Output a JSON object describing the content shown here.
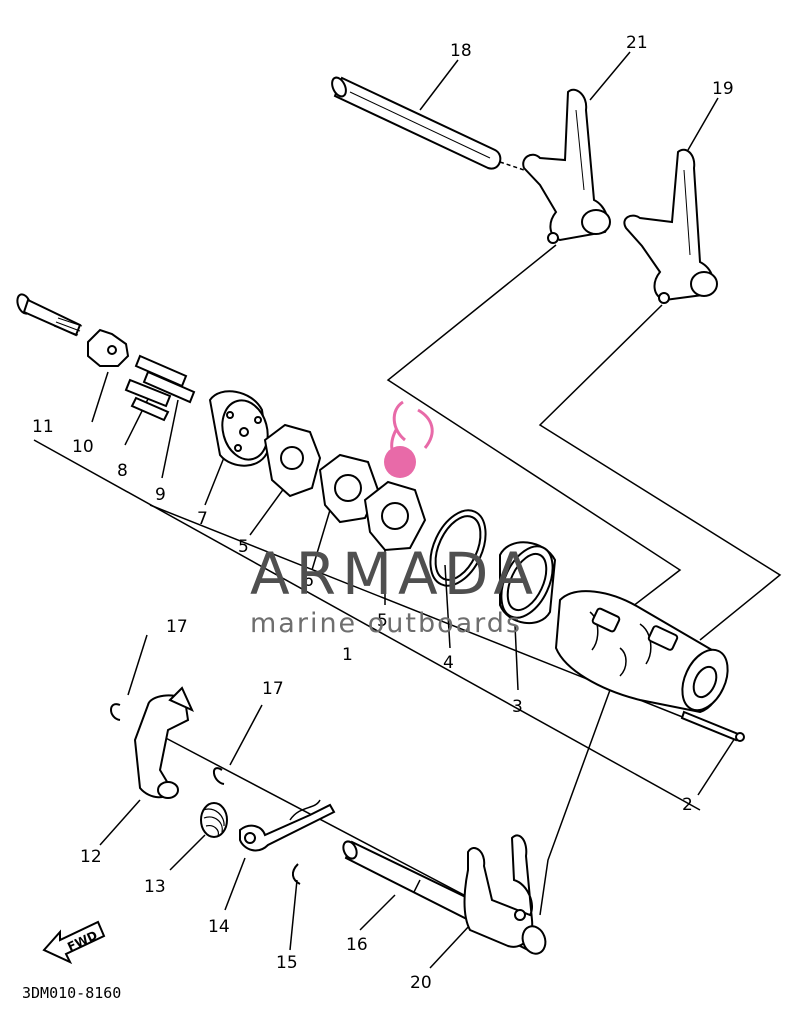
{
  "diagram": {
    "part_labels": [
      {
        "id": "p1",
        "text": "1"
      },
      {
        "id": "p2",
        "text": "2"
      },
      {
        "id": "p3",
        "text": "3"
      },
      {
        "id": "p4",
        "text": "4"
      },
      {
        "id": "p5a",
        "text": "5"
      },
      {
        "id": "p5b",
        "text": "5"
      },
      {
        "id": "p6",
        "text": "6"
      },
      {
        "id": "p7",
        "text": "7"
      },
      {
        "id": "p8",
        "text": "8"
      },
      {
        "id": "p9",
        "text": "9"
      },
      {
        "id": "p10",
        "text": "10"
      },
      {
        "id": "p11",
        "text": "11"
      },
      {
        "id": "p12",
        "text": "12"
      },
      {
        "id": "p13",
        "text": "13"
      },
      {
        "id": "p14",
        "text": "14"
      },
      {
        "id": "p15",
        "text": "15"
      },
      {
        "id": "p16",
        "text": "16"
      },
      {
        "id": "p17a",
        "text": "17"
      },
      {
        "id": "p17b",
        "text": "17"
      },
      {
        "id": "p18",
        "text": "18"
      },
      {
        "id": "p19",
        "text": "19"
      },
      {
        "id": "p20",
        "text": "20"
      },
      {
        "id": "p21",
        "text": "21"
      }
    ],
    "drawing_code": "3DM010-8160",
    "fwd_arrow_text": "FWD"
  },
  "watermark": {
    "brand": "ARMADA",
    "tagline": "marine outboards",
    "accent_color": "#e86aa8",
    "text_color": "#4f4f4f"
  }
}
